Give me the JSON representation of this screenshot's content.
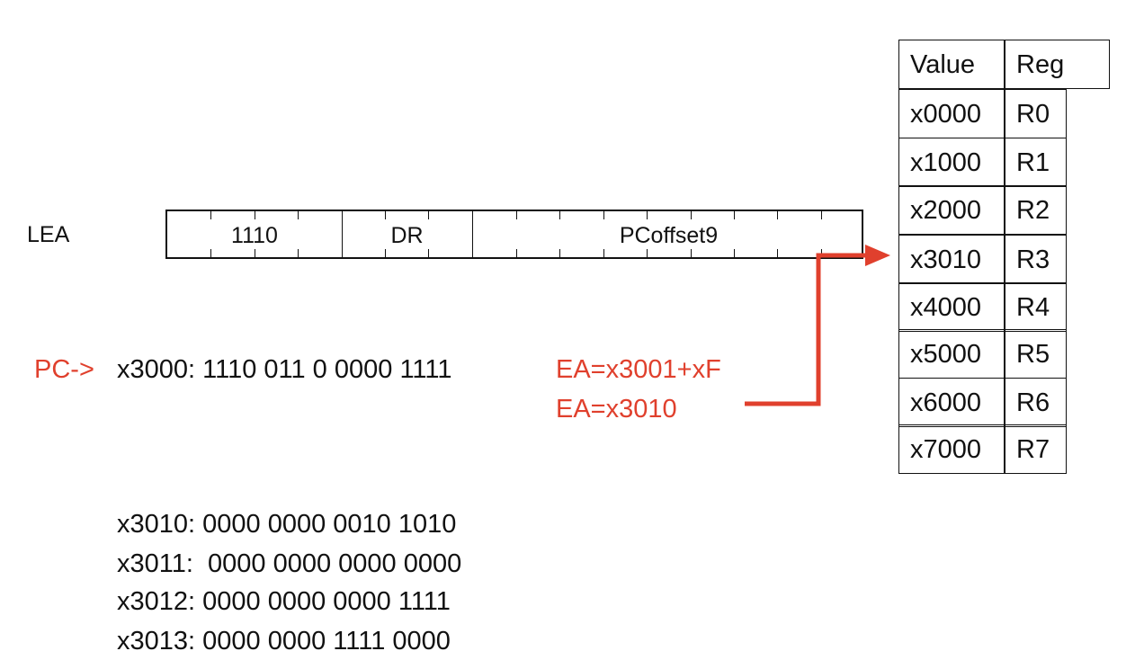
{
  "instruction_format": {
    "opcode_name": "LEA",
    "fields": [
      "1110",
      "DR",
      "PCoffset9"
    ]
  },
  "execution": {
    "pc_label": "PC->",
    "instruction": "x3000: 1110 011 0 0000 1111",
    "ea_calc": "EA=x3001+xF",
    "ea_result": "EA=x3010"
  },
  "memory": [
    "x3010: 0000 0000 0010 1010",
    "x3011:  0000 0000 0000 0000",
    "x3012: 0000 0000 0000 1111",
    "x3013: 0000 0000 1111 0000"
  ],
  "register_table": {
    "headers": [
      "Value",
      "Reg"
    ],
    "rows": [
      {
        "value": "x0000",
        "reg": "R0"
      },
      {
        "value": "x1000",
        "reg": "R1"
      },
      {
        "value": "x2000",
        "reg": "R2"
      },
      {
        "value": "x3010",
        "reg": "R3"
      },
      {
        "value": "x4000",
        "reg": "R4"
      },
      {
        "value": "x5000",
        "reg": "R5"
      },
      {
        "value": "x6000",
        "reg": "R6"
      },
      {
        "value": "x7000",
        "reg": "R7"
      }
    ]
  },
  "colors": {
    "highlight": "#e0402d",
    "text": "#111111"
  }
}
